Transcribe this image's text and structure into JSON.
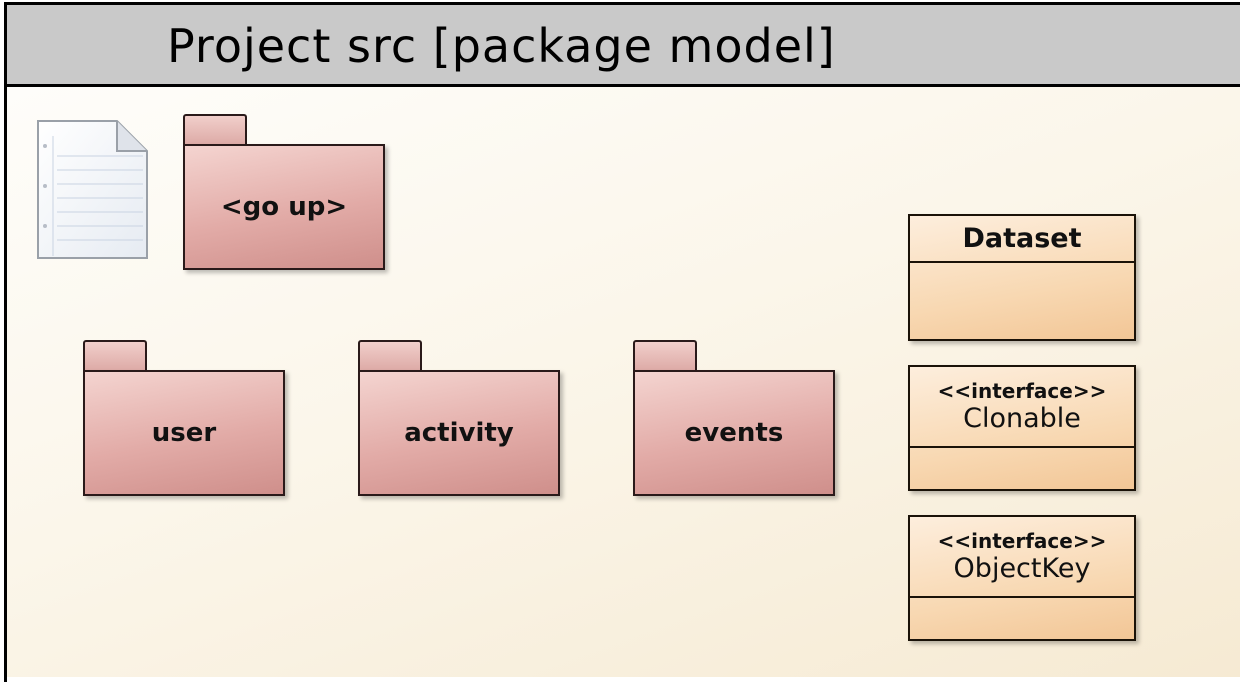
{
  "diagram": {
    "title": "Project src [package model]"
  },
  "packages": [
    {
      "id": "go-up",
      "label": "<go up>"
    },
    {
      "id": "user",
      "label": "user"
    },
    {
      "id": "activity",
      "label": "activity"
    },
    {
      "id": "events",
      "label": "events"
    }
  ],
  "classes": [
    {
      "id": "dataset",
      "stereotype": "",
      "name": "Dataset"
    },
    {
      "id": "clonable",
      "stereotype": "<<interface>>",
      "name": "Clonable"
    },
    {
      "id": "objectkey",
      "stereotype": "<<interface>>",
      "name": "ObjectKey"
    }
  ],
  "icons": {
    "note": "document-note-icon"
  },
  "colors": {
    "package_fill": "#e2aba7",
    "class_fill": "#f8d8b2",
    "title_bar": "#c9c9c9"
  }
}
